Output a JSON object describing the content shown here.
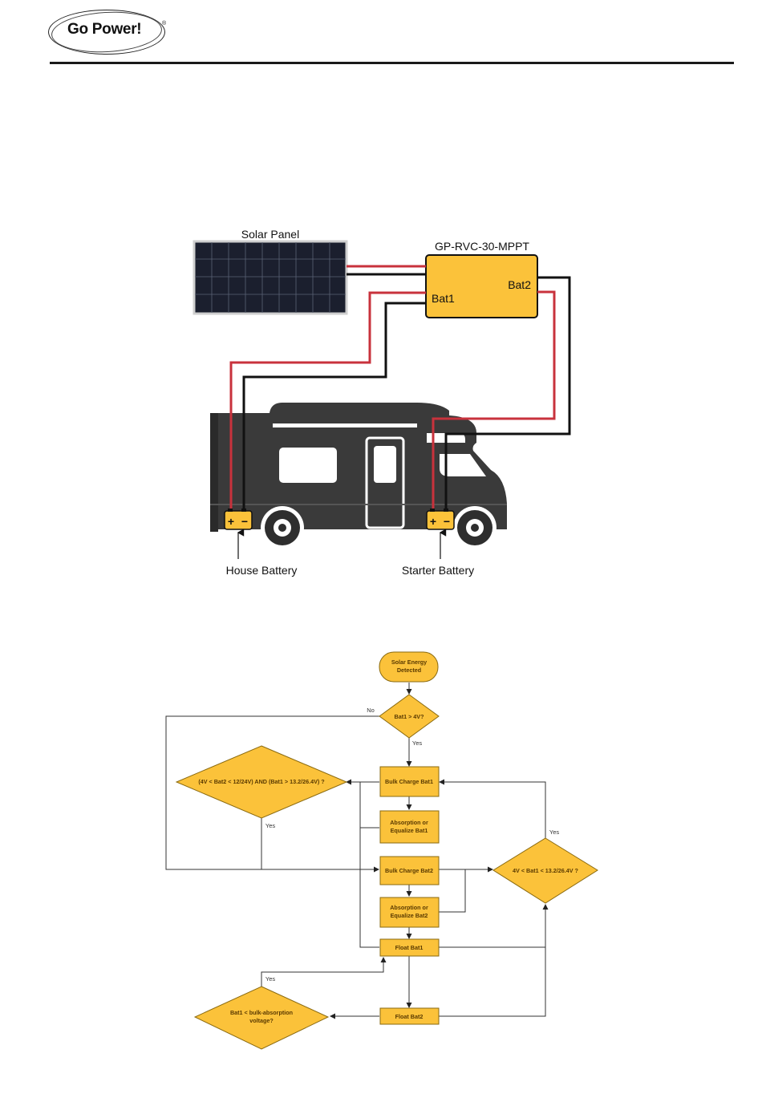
{
  "header": {
    "logo_text": "Go Power!",
    "logo_reg": "®"
  },
  "wiring": {
    "solar_panel_label": "Solar Panel",
    "controller_label": "GP-RVC-30-MPPT",
    "bat1_label": "Bat1",
    "bat2_label": "Bat2",
    "house_battery_label": "House Battery",
    "starter_battery_label": "Starter Battery",
    "plus": "+",
    "minus": "−"
  },
  "flowchart": {
    "start": [
      "Solar Energy",
      "Detected"
    ],
    "d1": "Bat1 > 4V?",
    "d1_no": "No",
    "d1_yes": "Yes",
    "bulk1": "Bulk Charge Bat1",
    "abs1": [
      "Absorption or",
      "Equalize Bat1"
    ],
    "bulk2": "Bulk Charge Bat2",
    "abs2": [
      "Absorption or",
      "Equalize Bat2"
    ],
    "float1": "Float Bat1",
    "float2": "Float Bat2",
    "d_left": "(4V < Bat2 < 12/24V) AND (Bat1 > 13.2/26.4V) ?",
    "d_left_yes": "Yes",
    "d_right": "4V < Bat1 < 13.2/26.4V ?",
    "d_right_yes": "Yes",
    "d_bottom": [
      "Bat1 < bulk-absorption",
      "voltage?"
    ],
    "d_bottom_yes": "Yes"
  },
  "colors": {
    "fill": "#fbc23a",
    "stroke": "#a07a1a",
    "red_wire": "#c8323c",
    "black_wire": "#111111",
    "rv": "#3a3a3a"
  }
}
